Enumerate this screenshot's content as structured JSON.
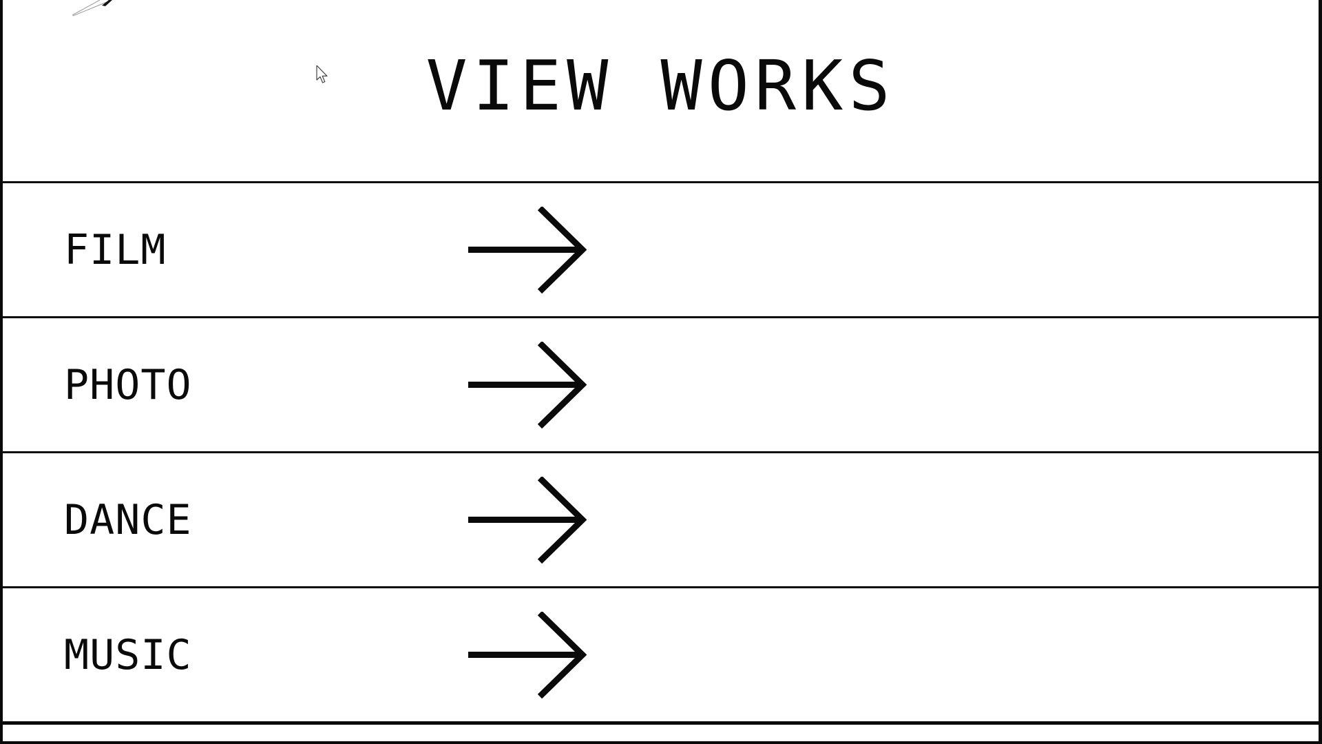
{
  "page": {
    "title": "VIEW WORKS",
    "background_color": "#ffffff",
    "ink_color": "#0a0a0a"
  },
  "header": {
    "title": "VIEW WORKS"
  },
  "menu": {
    "items": [
      {
        "label": "FILM",
        "icon": "right-arrow-icon"
      },
      {
        "label": "PHOTO",
        "icon": "right-arrow-icon"
      },
      {
        "label": "DANCE",
        "icon": "right-arrow-icon"
      },
      {
        "label": "MUSIC",
        "icon": "right-arrow-icon"
      }
    ]
  },
  "decorations": {
    "top_left_fragment": "diagonal-arrow-fragment-icon",
    "pointer": "mouse-cursor-icon"
  }
}
